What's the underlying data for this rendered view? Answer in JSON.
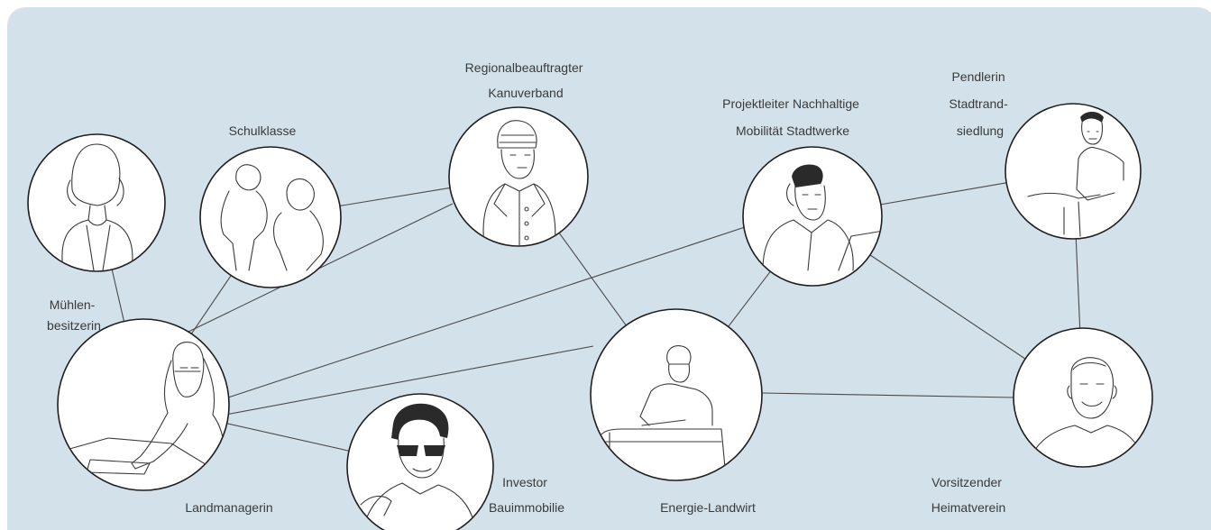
{
  "diagram": {
    "colors": {
      "background": "#d3e1ea",
      "circle_fill": "#ffffff",
      "circle_stroke": "#1f1f1f",
      "edge": "#4a4a4a",
      "text": "#3a3a3a"
    },
    "nodes": [
      {
        "id": "muehlenbesitzerin",
        "label_lines": [
          "Mühlen-",
          "besitzerin"
        ],
        "icon": "woman-portrait-sketch"
      },
      {
        "id": "schulklasse",
        "label_lines": [
          "Schulklasse"
        ],
        "icon": "children-sketch"
      },
      {
        "id": "kanuverband",
        "label_lines": [
          "Regionalbeauftragter",
          "Kanuverband"
        ],
        "icon": "man-winter-coat-sketch"
      },
      {
        "id": "stadtwerke",
        "label_lines": [
          "Projektleiter Nachhaltige",
          "Mobilität Stadtwerke"
        ],
        "icon": "man-on-phone-laptop-sketch"
      },
      {
        "id": "pendlerin",
        "label_lines": [
          "Pendlerin",
          "Stadtrand-",
          "siedlung"
        ],
        "icon": "woman-cyclist-sketch"
      },
      {
        "id": "landmanagerin",
        "label_lines": [
          "Landmanagerin"
        ],
        "icon": "woman-writing-sketch"
      },
      {
        "id": "investor",
        "label_lines": [
          "Investor",
          "Bauimmobilie"
        ],
        "icon": "man-sunglasses-sketch"
      },
      {
        "id": "energie",
        "label_lines": [
          "Energie-Landwirt"
        ],
        "icon": "farmer-tractor-sketch"
      },
      {
        "id": "heimatverein",
        "label_lines": [
          "Vorsitzender",
          "Heimatverein"
        ],
        "icon": "older-man-smiling-sketch"
      }
    ],
    "edges": [
      [
        "muehlenbesitzerin",
        "landmanagerin"
      ],
      [
        "schulklasse",
        "landmanagerin"
      ],
      [
        "schulklasse",
        "kanuverband"
      ],
      [
        "kanuverband",
        "landmanagerin"
      ],
      [
        "kanuverband",
        "energie"
      ],
      [
        "stadtwerke",
        "landmanagerin"
      ],
      [
        "stadtwerke",
        "pendlerin"
      ],
      [
        "stadtwerke",
        "energie"
      ],
      [
        "stadtwerke",
        "heimatverein"
      ],
      [
        "pendlerin",
        "heimatverein"
      ],
      [
        "landmanagerin",
        "energie"
      ],
      [
        "landmanagerin",
        "investor"
      ],
      [
        "energie",
        "heimatverein"
      ]
    ]
  }
}
